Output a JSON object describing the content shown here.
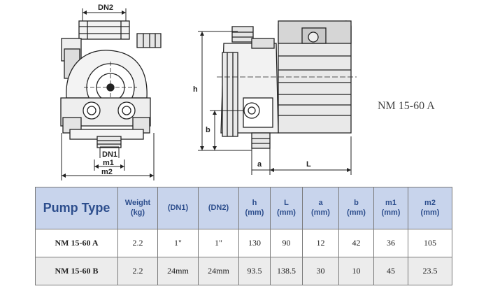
{
  "drawing": {
    "front_labels": {
      "dn2": "DN2",
      "dn1": "DN1",
      "m1": "m1",
      "m2": "m2"
    },
    "side_labels": {
      "h": "h",
      "b": "b",
      "a": "a",
      "L": "L"
    }
  },
  "model_label": "NM 15-60 A",
  "table": {
    "headers": [
      {
        "title": "Pump Type",
        "unit": ""
      },
      {
        "title": "Weight",
        "unit": "(kg)"
      },
      {
        "title": "(DN1)",
        "unit": ""
      },
      {
        "title": "(DN2)",
        "unit": ""
      },
      {
        "title": "h",
        "unit": "(mm)"
      },
      {
        "title": "L",
        "unit": "(mm)"
      },
      {
        "title": "a",
        "unit": "(mm)"
      },
      {
        "title": "b",
        "unit": "(mm)"
      },
      {
        "title": "m1",
        "unit": "(mm)"
      },
      {
        "title": "m2",
        "unit": "(mm)"
      }
    ],
    "rows": [
      [
        "NM 15-60 A",
        "2.2",
        "1\"",
        "1\"",
        "130",
        "90",
        "12",
        "42",
        "36",
        "105"
      ],
      [
        "NM 15-60 B",
        "2.2",
        "24mm",
        "24mm",
        "93.5",
        "138.5",
        "30",
        "10",
        "45",
        "23.5"
      ]
    ]
  },
  "colors": {
    "header_bg": "#c8d4ec",
    "header_text": "#2d4e8d",
    "alt_row": "#ececec"
  }
}
